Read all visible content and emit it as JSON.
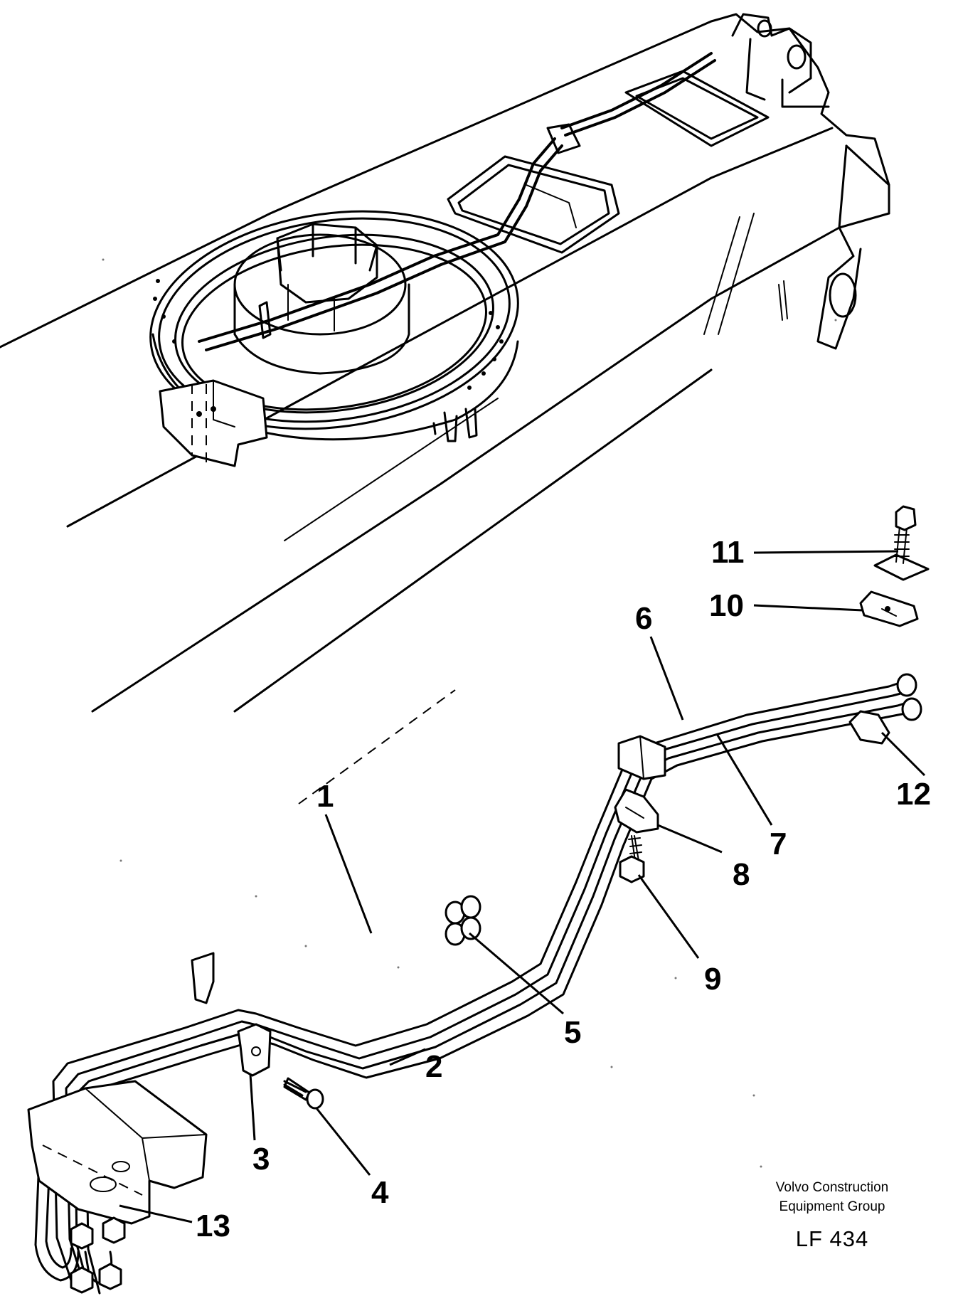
{
  "callouts": [
    "1",
    "2",
    "3",
    "4",
    "5",
    "6",
    "7",
    "8",
    "9",
    "10",
    "11",
    "12",
    "13"
  ],
  "credit": {
    "line1": "Volvo Construction",
    "line2": "Equipment Group",
    "code": "LF 434"
  }
}
